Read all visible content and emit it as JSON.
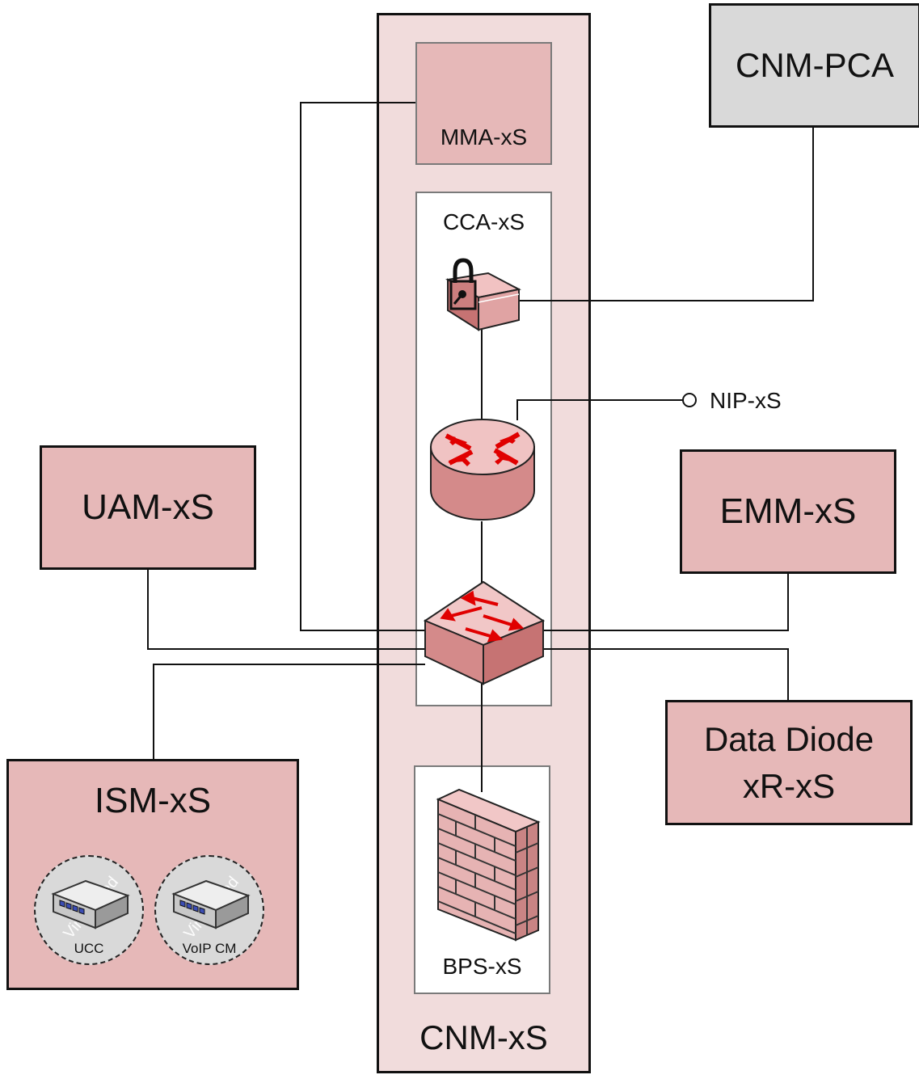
{
  "diagram": {
    "central_system": "CNM-xS",
    "mma": "MMA-xS",
    "cca": "CCA-xS",
    "bps": "BPS-xS",
    "nip": "NIP-xS",
    "pca": "CNM-PCA",
    "uam": "UAM-xS",
    "emm": "EMM-xS",
    "diode_line1": "Data Diode",
    "diode_line2": "xR-xS",
    "ism": "ISM-xS",
    "vm1_label": "UCC",
    "vm2_label": "VoIP CM",
    "virtualized_watermark": "Virtualized"
  },
  "colors": {
    "pink_light": "#f1dcdc",
    "pink_mid": "#e6b8b8",
    "gray": "#d9d9d9",
    "device_fill": "#d98e8e",
    "arrow_red": "#e00000"
  }
}
